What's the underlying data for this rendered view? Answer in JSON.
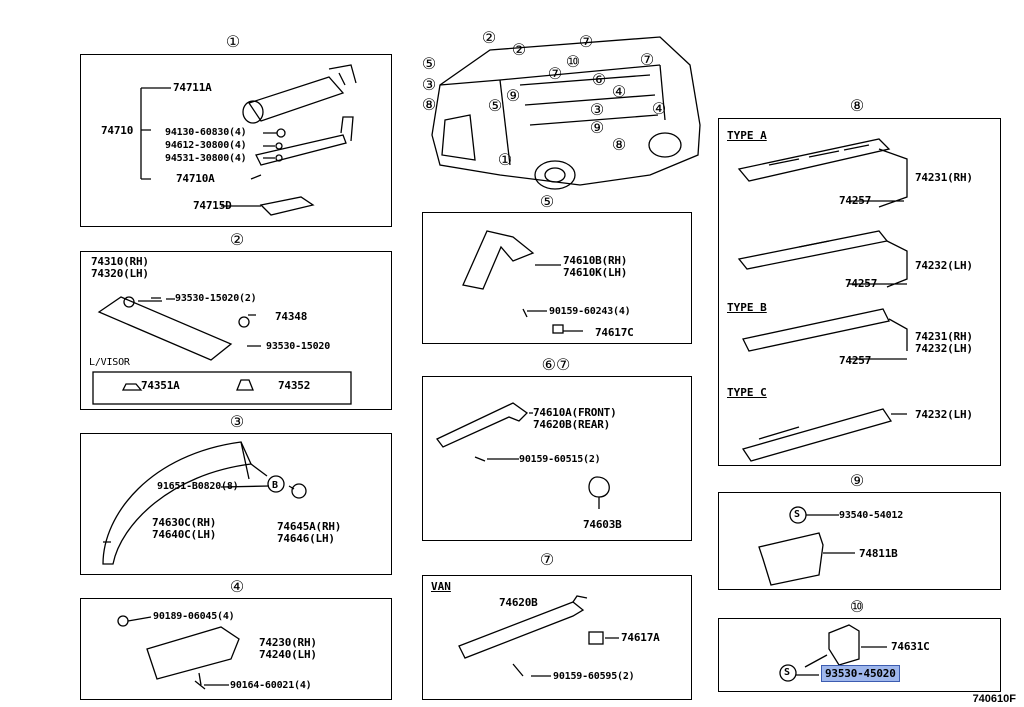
{
  "captions": {
    "p1": "①",
    "p2": "②",
    "p3": "③",
    "p4": "④",
    "p5": "⑤",
    "p67": "⑥⑦",
    "p7": "⑦",
    "p8": "⑧",
    "p9": "⑨",
    "p10": "⑩"
  },
  "car": {
    "callouts": [
      "②",
      "②",
      "⑦",
      "⑤",
      "⑩",
      "⑦",
      "③",
      "⑥",
      "⑦",
      "⑧",
      "⑨",
      "④",
      "⑤",
      "③",
      "④",
      "⑨",
      "⑧",
      "①"
    ]
  },
  "p1": {
    "a": "74711A",
    "g": "74710",
    "b": "94130-60830(4)",
    "c": "94612-30800(4)",
    "d": "94531-30800(4)",
    "e": "74710A",
    "f": "74715D"
  },
  "p2": {
    "a": "74310(RH)",
    "b": "74320(LH)",
    "c": "93530-15020(2)",
    "d": "74348",
    "e": "93530-15020",
    "lv": "L/VISOR",
    "f": "74351A",
    "g": "74352"
  },
  "p3": {
    "a": "91651-B0820(8)",
    "b": "B",
    "c": "74630C(RH)",
    "d": "74640C(LH)",
    "e": "74645A(RH)",
    "f": "74646(LH)"
  },
  "p4": {
    "a": "90189-06045(4)",
    "b": "74230(RH)",
    "c": "74240(LH)",
    "d": "90164-60021(4)"
  },
  "p5": {
    "a": "74610B(RH)",
    "b": "74610K(LH)",
    "c": "90159-60243(4)",
    "d": "74617C"
  },
  "p67": {
    "a": "74610A(FRONT)",
    "b": "74620B(REAR)",
    "c": "90159-60515(2)",
    "d": "74603B"
  },
  "p7": {
    "van": "VAN",
    "a": "74620B",
    "b": "74617A",
    "c": "90159-60595(2)"
  },
  "p8": {
    "ta": "TYPE A",
    "a1": "74231(RH)",
    "a2": "74257",
    "a3": "74232(LH)",
    "a4": "74257",
    "tb": "TYPE B",
    "b1": "74231(RH)",
    "b2": "74232(LH)",
    "b3": "74257",
    "tc": "TYPE C",
    "c1": "74232(LH)"
  },
  "p9": {
    "s": "S",
    "a": "93540-54012",
    "b": "74811B"
  },
  "p10": {
    "a": "74631C",
    "s": "S",
    "b": "93530-45020"
  },
  "code": "740610F"
}
